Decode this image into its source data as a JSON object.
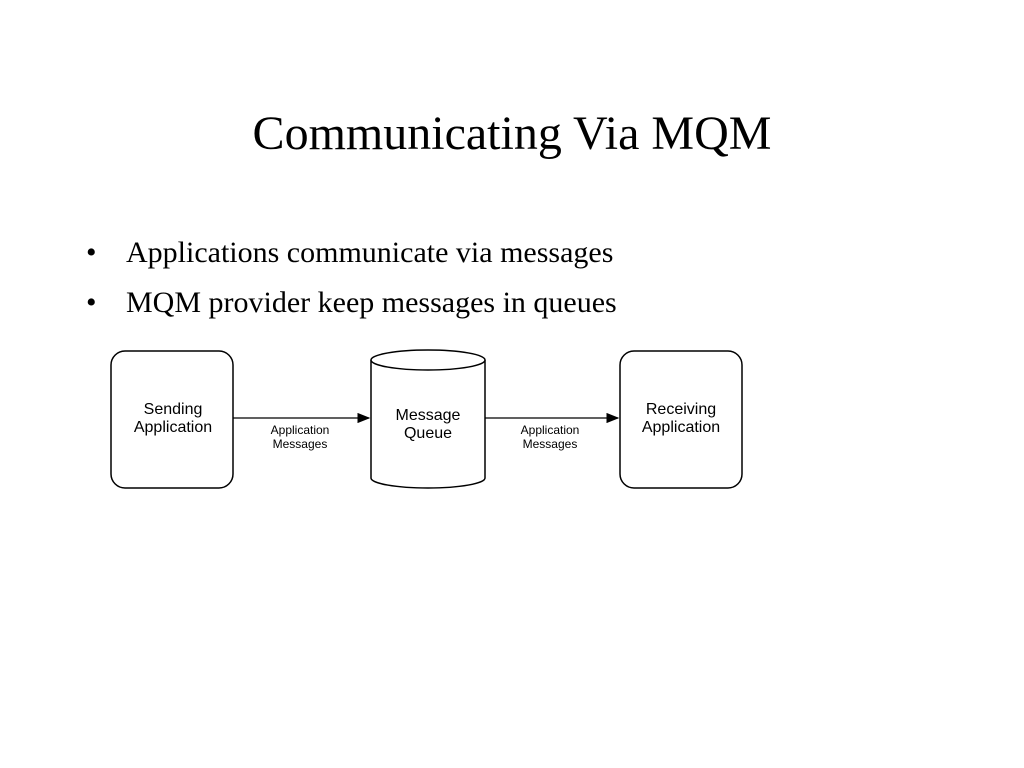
{
  "slide": {
    "title": "Communicating Via MQM",
    "bullets": [
      "Applications communicate via messages",
      "MQM provider keep messages in queues"
    ]
  },
  "diagram": {
    "nodes": [
      {
        "id": "sending",
        "shape": "rounded-rect",
        "label_lines": [
          "Sending",
          "Application"
        ]
      },
      {
        "id": "queue",
        "shape": "cylinder",
        "label_lines": [
          "Message",
          "Queue"
        ]
      },
      {
        "id": "receiving",
        "shape": "rounded-rect",
        "label_lines": [
          "Receiving",
          "Application"
        ]
      }
    ],
    "edges": [
      {
        "from": "sending",
        "to": "queue",
        "label_lines": [
          "Application",
          "Messages"
        ]
      },
      {
        "from": "queue",
        "to": "receiving",
        "label_lines": [
          "Application",
          "Messages"
        ]
      }
    ]
  }
}
